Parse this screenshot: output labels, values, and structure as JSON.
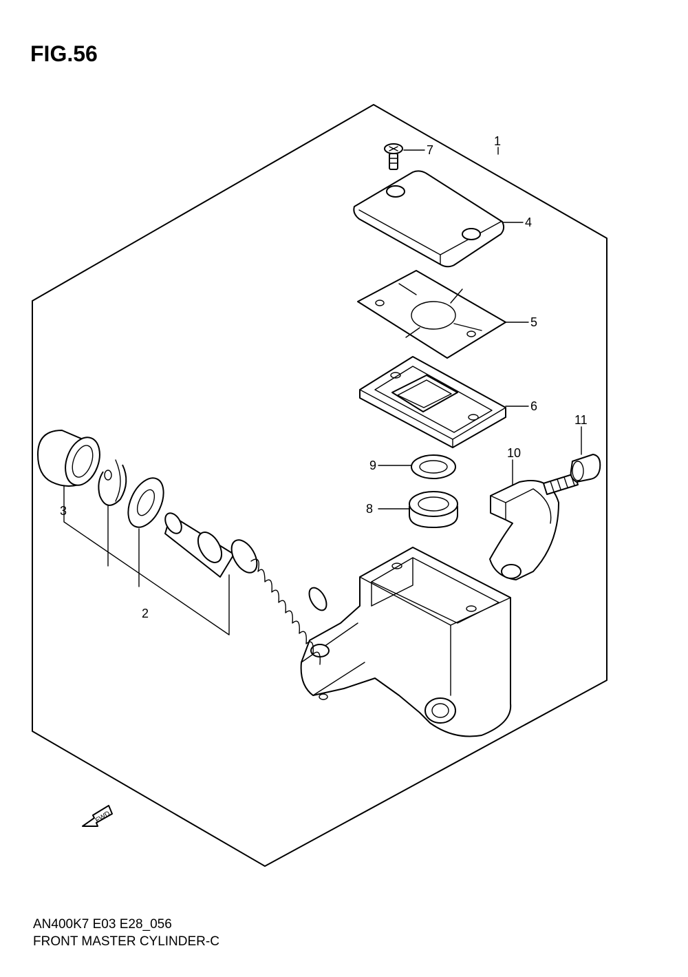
{
  "figure": {
    "title": "FIG.56",
    "model_code": "AN400K7 E03 E28_056",
    "assembly_name": "FRONT MASTER CYLINDER-C"
  },
  "callouts": [
    "1",
    "2",
    "3",
    "4",
    "5",
    "6",
    "7",
    "8",
    "9",
    "10",
    "11"
  ],
  "direction_label": "FWD"
}
